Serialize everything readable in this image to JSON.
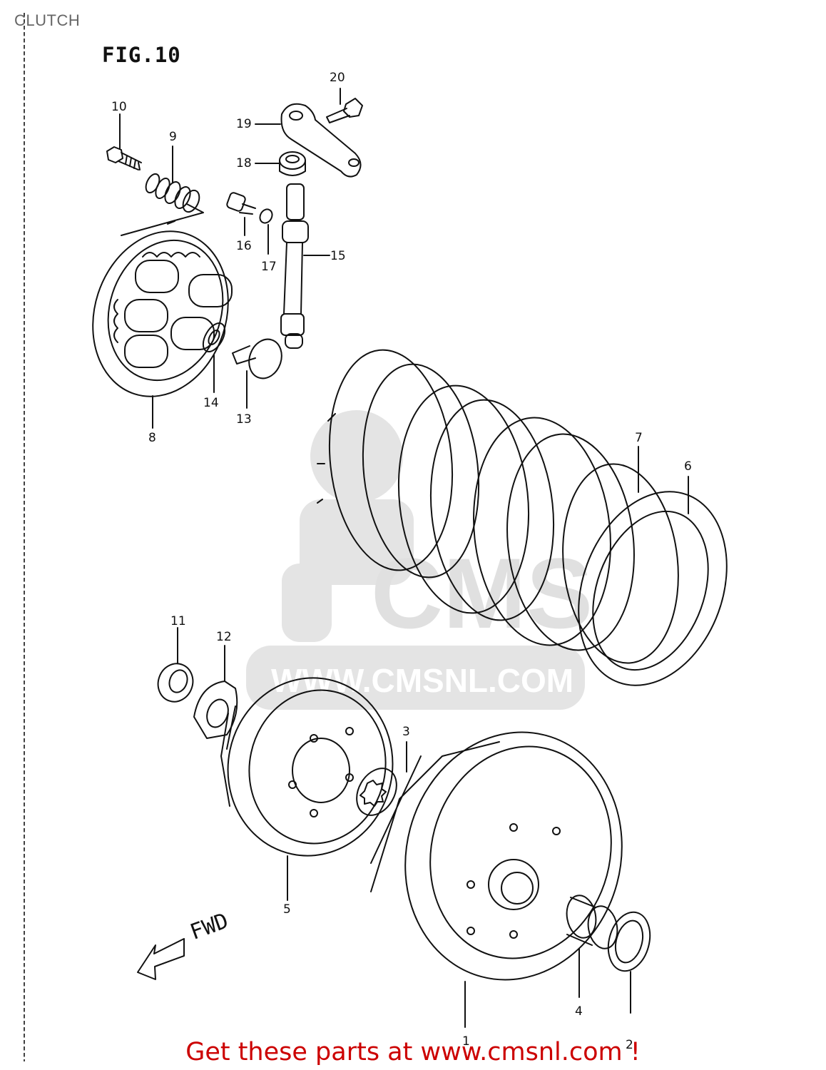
{
  "page": {
    "title": "CLUTCH",
    "figure": "FIG.10",
    "direction_label": "FWD",
    "cta": "Get these parts at www.cmsnl.com !",
    "watermark": "WWW.CMSNL.COM",
    "watermark_logo": "CMS"
  },
  "colors": {
    "cta": "#cc0000",
    "title": "#666666",
    "line": "#111111",
    "watermark": "#e2e2e2"
  },
  "callouts": [
    {
      "id": "1",
      "label": "1"
    },
    {
      "id": "2",
      "label": "2"
    },
    {
      "id": "3",
      "label": "3"
    },
    {
      "id": "4",
      "label": "4"
    },
    {
      "id": "5",
      "label": "5"
    },
    {
      "id": "6",
      "label": "6"
    },
    {
      "id": "7",
      "label": "7"
    },
    {
      "id": "8",
      "label": "8"
    },
    {
      "id": "9",
      "label": "9"
    },
    {
      "id": "10",
      "label": "10"
    },
    {
      "id": "11",
      "label": "11"
    },
    {
      "id": "12",
      "label": "12"
    },
    {
      "id": "13",
      "label": "13"
    },
    {
      "id": "14",
      "label": "14"
    },
    {
      "id": "15",
      "label": "15"
    },
    {
      "id": "16",
      "label": "16"
    },
    {
      "id": "17",
      "label": "17"
    },
    {
      "id": "18",
      "label": "18"
    },
    {
      "id": "19",
      "label": "19"
    },
    {
      "id": "20",
      "label": "20"
    }
  ]
}
